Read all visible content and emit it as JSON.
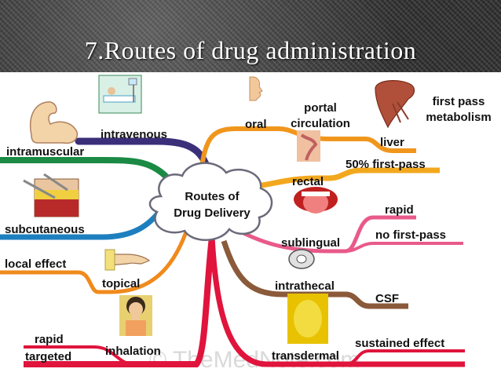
{
  "slide": {
    "title": "7.Routes of drug administration"
  },
  "center": {
    "line1": "Routes of",
    "line2": "Drug Delivery"
  },
  "routes": {
    "intravenous": "intravenous",
    "intramuscular": "intramuscular",
    "subcutaneous": "subcutaneous",
    "local_effect": "local effect",
    "topical": "topical",
    "rapid_left": "rapid",
    "targeted": "targeted",
    "inhalation": "inhalation",
    "oral": "oral",
    "portal_line1": "portal",
    "portal_line2": "circulation",
    "liver": "liver",
    "first_pass_line1": "first pass",
    "first_pass_line2": "metabolism",
    "rectal": "rectal",
    "fifty_first_pass": "50% first-pass",
    "sublingual": "sublingual",
    "rapid_right": "rapid",
    "no_first_pass": "no first-pass",
    "intrathecal": "intrathecal",
    "csf": "CSF",
    "transdermal": "transdermal",
    "sustained_effect": "sustained effect"
  },
  "watermark": "© TheMedNote.com",
  "icons": [
    "arm-muscle-icon",
    "hospital-bed-icon",
    "syringe-skin-icon",
    "hand-icon",
    "inhaler-woman-icon",
    "face-profile-icon",
    "liver-icon",
    "rectum-icon",
    "tongue-icon",
    "vertebra-icon",
    "skin-patch-icon"
  ],
  "colors": {
    "intravenous": "#3b2f7a",
    "intramuscular": "#1a8a44",
    "subcutaneous": "#1e7fbf",
    "topical": "#f08a1c",
    "inhalation": "#e0143c",
    "oral": "#f0961c",
    "rectal": "#f2a81e",
    "sublingual": "#e85a8a",
    "intrathecal": "#8a5a3a",
    "transdermal": "#e0143c"
  }
}
